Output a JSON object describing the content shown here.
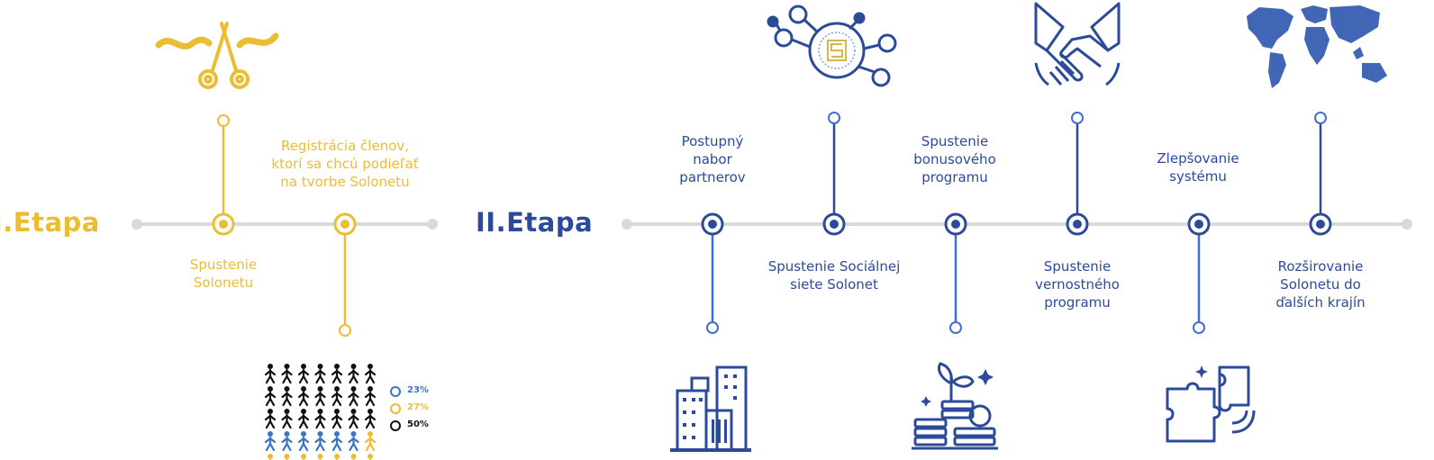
{
  "colors": {
    "gold": "#ecbc32",
    "blue": "#2b4b9a",
    "blue_light": "#3f6fd0",
    "track": "#d8d8d8"
  },
  "phase1": {
    "title": "I.Etapa",
    "milestones": [
      {
        "label": "Spustenie\nSolonetu",
        "icon": "ribbon-cutting-scissors-icon"
      },
      {
        "label": "Registrácia členov,\nktorí sa chcú podieľať\nna tvorbe Solonetu",
        "icon": "people-grid-icon"
      }
    ]
  },
  "phase2": {
    "title": "II.Etapa",
    "milestones": [
      {
        "label": "Postupný\nnabor\npartnerov",
        "icon": "office-buildings-icon"
      },
      {
        "label": "Spustenie Sociálnej\nsiete Solonet",
        "icon": "social-network-icon"
      },
      {
        "label": "Spustenie\nbonusového\nprogramu",
        "icon": "coin-growth-plant-icon"
      },
      {
        "label": "Spustenie\nvernostného\nprogramu",
        "icon": "handshake-icon"
      },
      {
        "label": "Zlepšovanie\nsystému",
        "icon": "puzzle-icon"
      },
      {
        "label": "Rozširovanie\nSolonetu do\nďalších krajín",
        "icon": "world-map-icon"
      }
    ]
  },
  "people_legend": [
    {
      "value": "23%",
      "color": "#3a74c4"
    },
    {
      "value": "27%",
      "color": "#ecbc32"
    },
    {
      "value": "50%",
      "color": "#111111"
    }
  ]
}
